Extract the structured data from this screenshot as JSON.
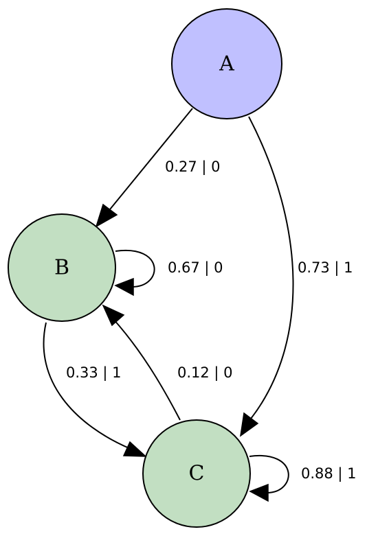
{
  "diagram": {
    "nodes": [
      {
        "id": "A",
        "label": "A",
        "fill": "#c0c0ff"
      },
      {
        "id": "B",
        "label": "B",
        "fill": "#c2dfc2"
      },
      {
        "id": "C",
        "label": "C",
        "fill": "#c2dfc2"
      }
    ],
    "edges": [
      {
        "from": "A",
        "to": "B",
        "label": "0.27 | 0"
      },
      {
        "from": "B",
        "to": "B",
        "label": "0.67 | 0"
      },
      {
        "from": "A",
        "to": "C",
        "label": "0.73 | 1"
      },
      {
        "from": "B",
        "to": "C",
        "label": "0.33 | 1"
      },
      {
        "from": "C",
        "to": "B",
        "label": "0.12 | 0"
      },
      {
        "from": "C",
        "to": "C",
        "label": "0.88 | 1"
      }
    ]
  }
}
